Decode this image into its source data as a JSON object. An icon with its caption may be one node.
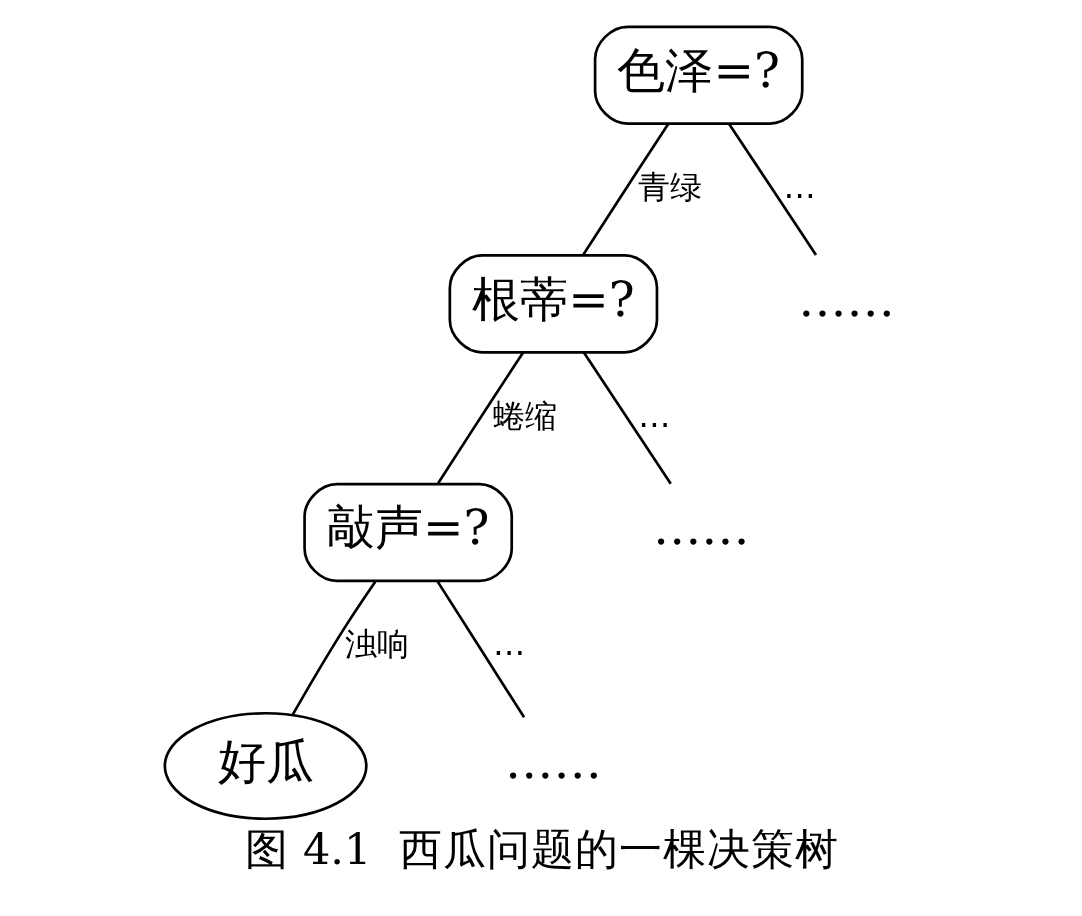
{
  "diagram": {
    "caption": "图 4.1  西瓜问题的一棵决策树",
    "nodes": [
      {
        "text": [
          "色泽=?"
        ]
      },
      {
        "text": [
          "根蒂=?"
        ]
      },
      {
        "text": [
          "……"
        ]
      },
      {
        "text": [
          "敲声=?"
        ]
      },
      {
        "text": [
          "……"
        ]
      },
      {
        "text": [
          "好瓜"
        ]
      },
      {
        "text": [
          "……"
        ]
      }
    ],
    "edges": [
      {
        "from": 0,
        "to": 1,
        "arrow": "none",
        "label": "青绿"
      },
      {
        "from": 0,
        "to": 2,
        "arrow": "none",
        "label": "…"
      },
      {
        "from": 1,
        "to": 3,
        "arrow": "none",
        "label": "蜷缩"
      },
      {
        "from": 1,
        "to": 4,
        "arrow": "none",
        "label": "…"
      },
      {
        "from": 3,
        "to": 5,
        "arrow": "none",
        "label": "浊响"
      },
      {
        "from": 3,
        "to": 6,
        "arrow": "none",
        "label": "…"
      }
    ]
  }
}
